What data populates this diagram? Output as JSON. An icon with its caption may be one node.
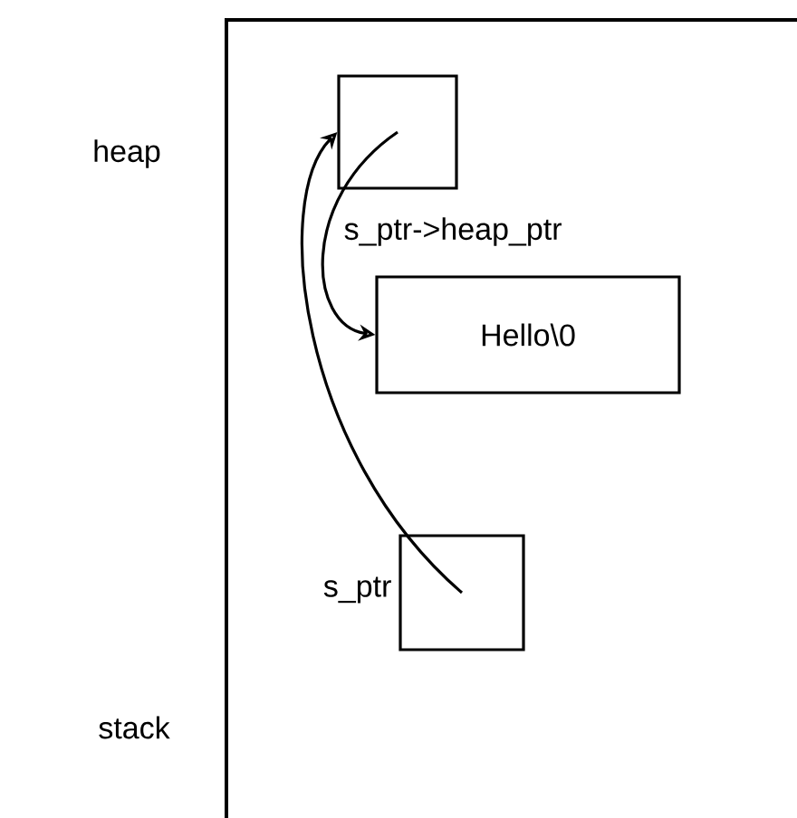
{
  "diagram": {
    "nodes": [
      {
        "text": [],
        "shape": "box",
        "beside": [
          "s_ptr->heap_ptr"
        ]
      },
      {
        "text": [
          "Hello\\0"
        ]
      },
      {
        "text": [],
        "shape": "box",
        "beside": [
          "s_ptr"
        ]
      }
    ],
    "edges": [
      {
        "from": 2,
        "to": 0,
        "arrow": "to"
      },
      {
        "from": 0,
        "to": 1,
        "arrow": "to"
      }
    ],
    "labels": [
      "heap",
      "stack"
    ]
  }
}
